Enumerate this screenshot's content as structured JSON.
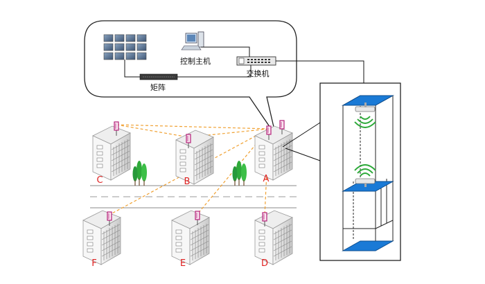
{
  "control_room": {
    "host_label": "控制主机",
    "switch_label": "交换机",
    "matrix_label": "矩阵"
  },
  "buildings": {
    "A": "A",
    "B": "B",
    "C": "C",
    "D": "D",
    "E": "E",
    "F": "F"
  },
  "colors": {
    "link": "#f0a030",
    "label": "#e02020",
    "tree": "#2eaa3a",
    "elevator_plate": "#1a7ad6",
    "antenna": "#b5207a"
  }
}
